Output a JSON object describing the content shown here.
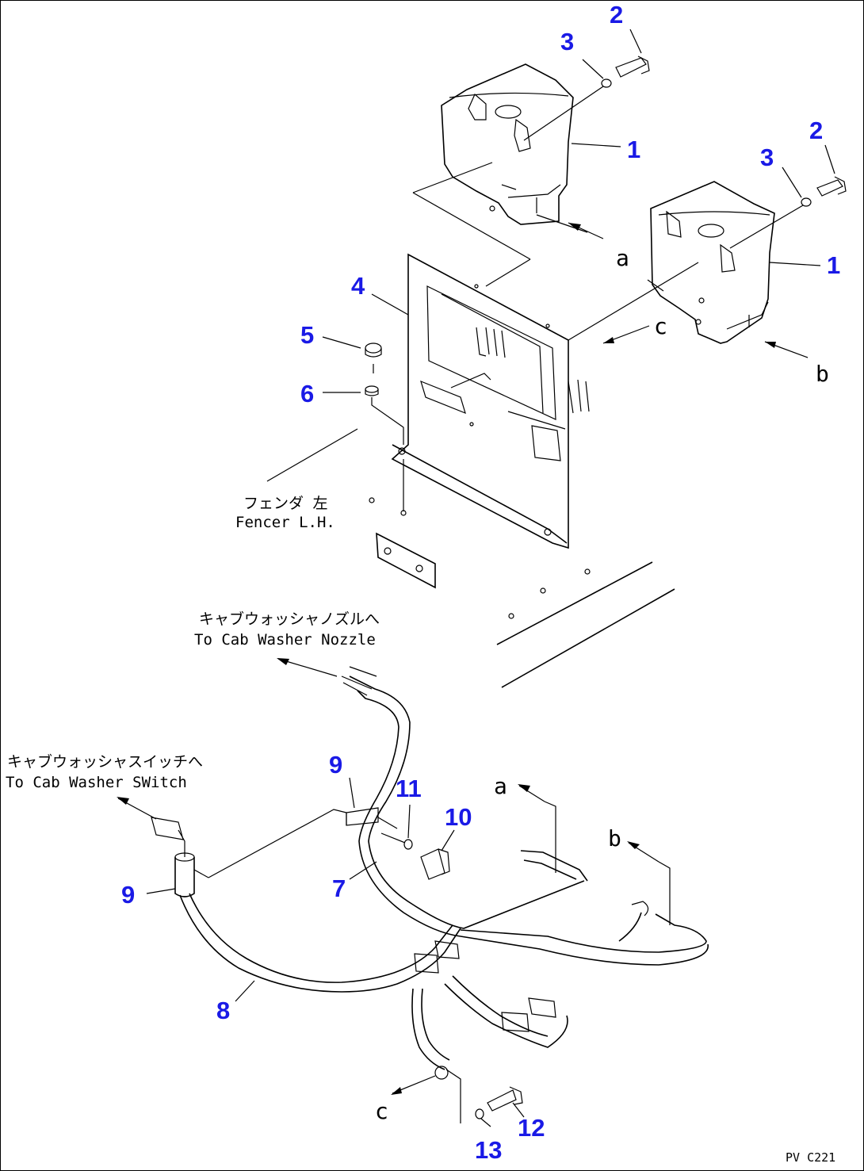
{
  "diagram": {
    "drawing_code": "PV C221",
    "callouts": {
      "c1a": "1",
      "c1b": "1",
      "c2a": "2",
      "c2b": "2",
      "c3a": "3",
      "c3b": "3",
      "c4": "4",
      "c5": "5",
      "c6": "6",
      "c7": "7",
      "c8": "8",
      "c9a": "9",
      "c9b": "9",
      "c10": "10",
      "c11": "11",
      "c12": "12",
      "c13": "13"
    },
    "notes": {
      "fender_jp": "フェンダ 左",
      "fender_en": "Fencer L.H.",
      "nozzle_jp": "キャブウォッシャノズルへ",
      "nozzle_en": "To Cab Washer Nozzle",
      "switch_jp": "キャブウォッシャスイッチへ",
      "switch_en": "To Cab Washer SWitch"
    },
    "refs": {
      "a_top": "a",
      "b_top": "b",
      "c_top": "c",
      "a_low": "a",
      "b_low": "b",
      "c_low": "c"
    }
  }
}
